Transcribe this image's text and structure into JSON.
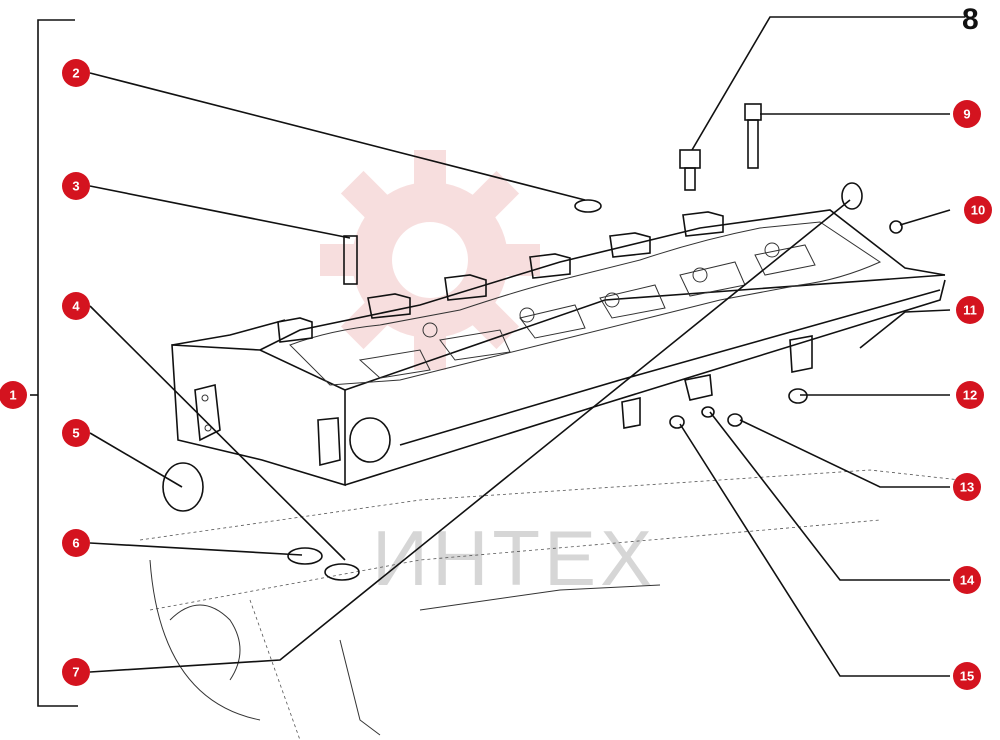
{
  "diagram": {
    "watermark": {
      "text": "ИНТЕХ",
      "logo": "gear-logo",
      "color": "#f2c4c4"
    },
    "callout_color": "#d4131f",
    "callouts": [
      {
        "id": "1",
        "label": "1"
      },
      {
        "id": "2",
        "label": "2"
      },
      {
        "id": "3",
        "label": "3"
      },
      {
        "id": "4",
        "label": "4"
      },
      {
        "id": "5",
        "label": "5"
      },
      {
        "id": "6",
        "label": "6"
      },
      {
        "id": "7",
        "label": "7"
      },
      {
        "id": "8",
        "label": "8"
      },
      {
        "id": "9",
        "label": "9"
      },
      {
        "id": "10",
        "label": "10"
      },
      {
        "id": "11",
        "label": "11"
      },
      {
        "id": "12",
        "label": "12"
      },
      {
        "id": "13",
        "label": "13"
      },
      {
        "id": "14",
        "label": "14"
      },
      {
        "id": "15",
        "label": "15"
      }
    ]
  }
}
